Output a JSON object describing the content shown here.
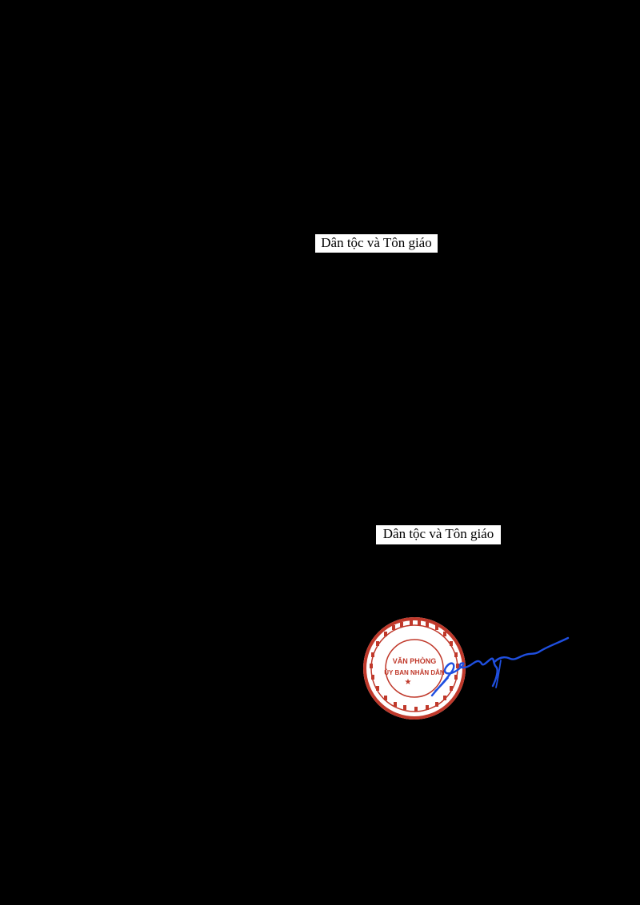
{
  "document": {
    "label_top": "Dân tộc và Tôn giáo",
    "label_bottom": "Dân tộc và Tôn giáo"
  },
  "seal": {
    "icon": "official-red-seal-icon",
    "color": "#c0392b",
    "text_center_1": "VĂN PHÒNG",
    "text_center_2": "ỦY BAN NHÂN DÂN"
  },
  "signature": {
    "icon": "handwritten-signature-icon",
    "color": "#1f4fe0"
  },
  "colors": {
    "background": "#000000",
    "label_background": "#ffffff",
    "label_text": "#000000"
  }
}
